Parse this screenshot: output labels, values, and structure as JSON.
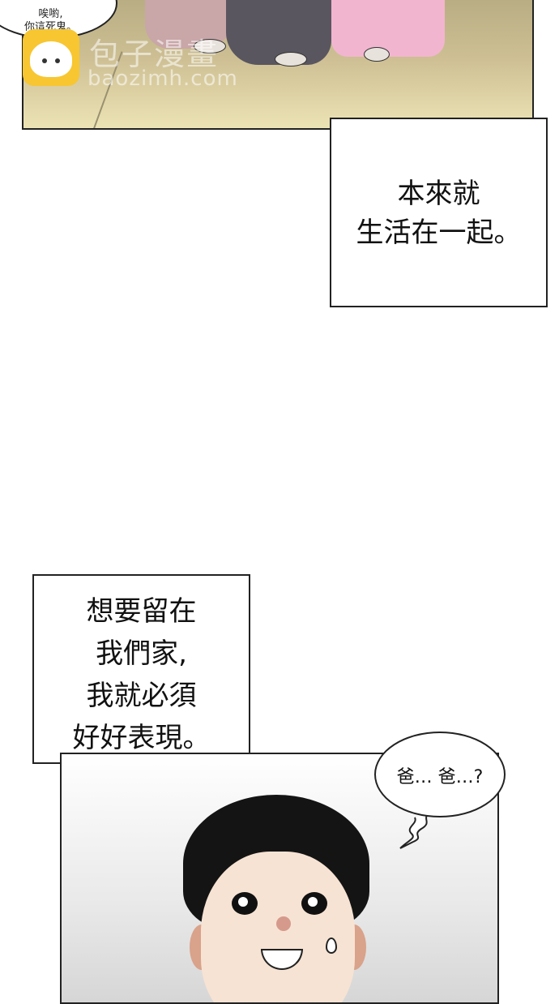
{
  "top_panel": {
    "bubble_line1": "唉喲,",
    "bubble_line2": "你這死鬼。"
  },
  "watermark": {
    "cn_text": "包子漫畫",
    "en_text": "baozimh.com"
  },
  "caption_1": {
    "line1": "本來就",
    "line2": "生活在一起。"
  },
  "caption_2": {
    "line1": "想要留在",
    "line2": "我們家,",
    "line3": "我就必須",
    "line4": "好好表現。"
  },
  "bottom_panel": {
    "bubble_text": "爸… 爸…?"
  },
  "colors": {
    "logo_yellow": "#f7c631",
    "dress_pink": "#f2b5cf",
    "hair": "#141414",
    "skin": "#f7e3d3"
  }
}
